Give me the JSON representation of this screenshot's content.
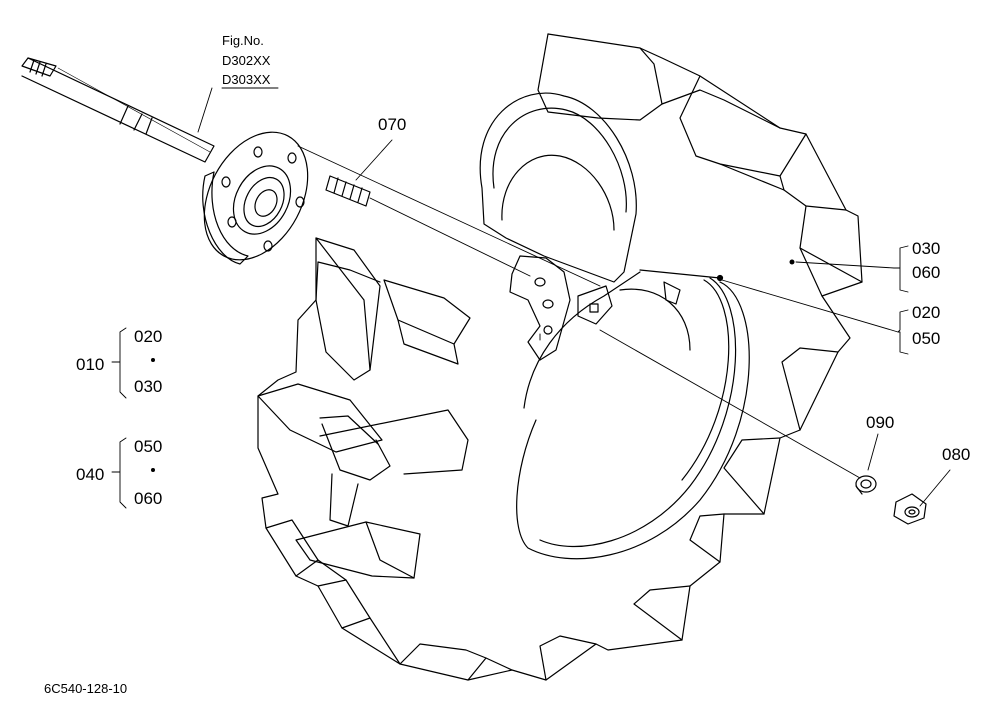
{
  "figure": {
    "fig_no_label": "Fig.No.",
    "fig_codes": [
      "D302XX",
      "D303XX"
    ],
    "drawing_code": "6C540-128-10"
  },
  "callouts": {
    "p070": "070",
    "p030": "030",
    "p060": "060",
    "p020": "020",
    "p050": "050",
    "p090": "090",
    "p080": "080"
  },
  "groups": [
    {
      "id": "010",
      "members": [
        "020",
        "030"
      ]
    },
    {
      "id": "040",
      "members": [
        "050",
        "060"
      ]
    }
  ]
}
